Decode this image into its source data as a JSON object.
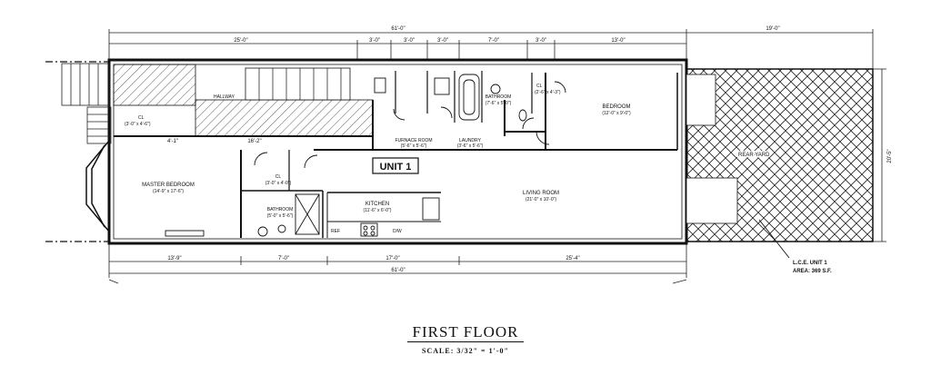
{
  "plan": {
    "unit_label": "UNIT 1",
    "rooms": {
      "master_bedroom": "MASTER BEDROOM",
      "master_bedroom_dims": "(14'-9\" x 17'-6\")",
      "closet_front": "CL",
      "closet_front_dims": "(3'-0\" x 4'-6\")",
      "hallway": "HALLWAY",
      "furnace_room": "FURNACE ROOM",
      "furnace_room_dims": "(5'-6\" x 5'-6\")",
      "laundry": "LAUNDRY",
      "laundry_dims": "(3'-6\" x 5'-6\")",
      "bathroom_upper": "BATHROOM",
      "bathroom_upper_dims": "(7'-6\" x 5'-0\")",
      "closet_upper": "CL",
      "closet_upper_dims": "(2'-6\" x 4'-3\")",
      "bedroom": "BEDROOM",
      "bedroom_dims": "(12'-0\" x 9'-0\")",
      "closet_mid": "CL",
      "closet_mid_dims": "(3'-0\" x 4'-0\")",
      "bathroom_lower": "BATHROOM",
      "bathroom_lower_dims": "(5'-0\" x 5'-6\")",
      "kitchen": "KITCHEN",
      "kitchen_dims": "(11'-6\" x 6'-0\")",
      "living_room": "LIVING ROOM",
      "living_room_dims": "(21'-0\" x 10'-0\")",
      "rear_yard": "REAR YARD",
      "ref": "REF",
      "dw": "D/W"
    },
    "dims": {
      "overall_top": "61'-0\"",
      "overall_bottom": "61'-0\"",
      "yard_top": "19'-0\"",
      "yard_side": "20'-5\"",
      "top_segments": [
        "25'-0\"",
        "3'-0\"",
        "3'-0\"",
        "3'-0\"",
        "7'-0\"",
        "3'-0\"",
        "13'-0\""
      ],
      "bottom_segments": [
        "13'-9\"",
        "7'-0\"",
        "17'-0\"",
        "25'-4\""
      ],
      "hall_a": "4'-1\"",
      "hall_b": "16'-2\""
    },
    "lce": {
      "line1": "L.C.E. UNIT 1",
      "line2": "AREA: 369 S.F."
    }
  },
  "caption": {
    "title": "FIRST FLOOR",
    "scale": "SCALE: 3/32\" = 1'-0\""
  }
}
